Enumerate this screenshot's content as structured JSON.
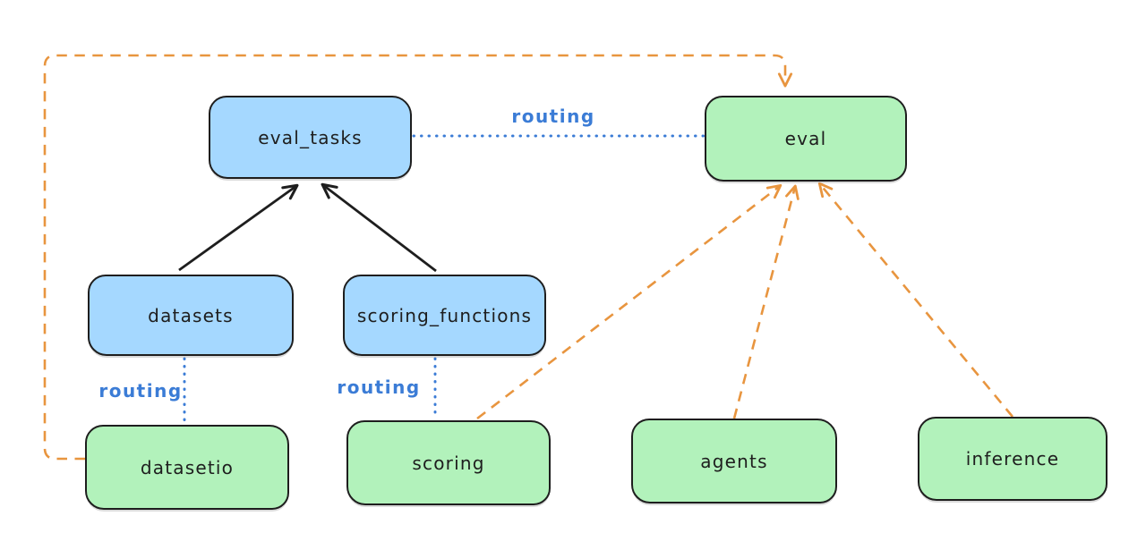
{
  "diagram": {
    "nodes": [
      {
        "id": "eval_tasks",
        "label": "eval_tasks",
        "color": "blue"
      },
      {
        "id": "eval",
        "label": "eval",
        "color": "green"
      },
      {
        "id": "datasets",
        "label": "datasets",
        "color": "blue"
      },
      {
        "id": "scoring_functions",
        "label": "scoring_functions",
        "color": "blue"
      },
      {
        "id": "datasetio",
        "label": "datasetio",
        "color": "green"
      },
      {
        "id": "scoring",
        "label": "scoring",
        "color": "green"
      },
      {
        "id": "agents",
        "label": "agents",
        "color": "green"
      },
      {
        "id": "inference",
        "label": "inference",
        "color": "green"
      }
    ],
    "edges": [
      {
        "from": "datasets",
        "to": "eval_tasks",
        "style": "solid-black-arrow",
        "label": ""
      },
      {
        "from": "scoring_functions",
        "to": "eval_tasks",
        "style": "solid-black-arrow",
        "label": ""
      },
      {
        "from": "eval_tasks",
        "to": "eval",
        "style": "dotted-blue",
        "label": "routing"
      },
      {
        "from": "datasets",
        "to": "datasetio",
        "style": "dotted-blue",
        "label": "routing"
      },
      {
        "from": "scoring_functions",
        "to": "scoring",
        "style": "dotted-blue",
        "label": "routing"
      },
      {
        "from": "datasetio",
        "to": "eval",
        "style": "dashed-orange-arrow",
        "label": ""
      },
      {
        "from": "scoring",
        "to": "eval",
        "style": "dashed-orange-arrow",
        "label": ""
      },
      {
        "from": "agents",
        "to": "eval",
        "style": "dashed-orange-arrow",
        "label": ""
      },
      {
        "from": "inference",
        "to": "eval",
        "style": "dashed-orange-arrow",
        "label": ""
      }
    ],
    "colors": {
      "blue_node_fill": "#a5d8ff",
      "green_node_fill": "#b2f2bb",
      "node_stroke": "#1e1e1e",
      "routing_edge_blue": "#3b7cd6",
      "provider_edge_orange": "#e8953f",
      "dependency_edge_black": "#1e1e1e",
      "background": "#ffffff"
    }
  }
}
